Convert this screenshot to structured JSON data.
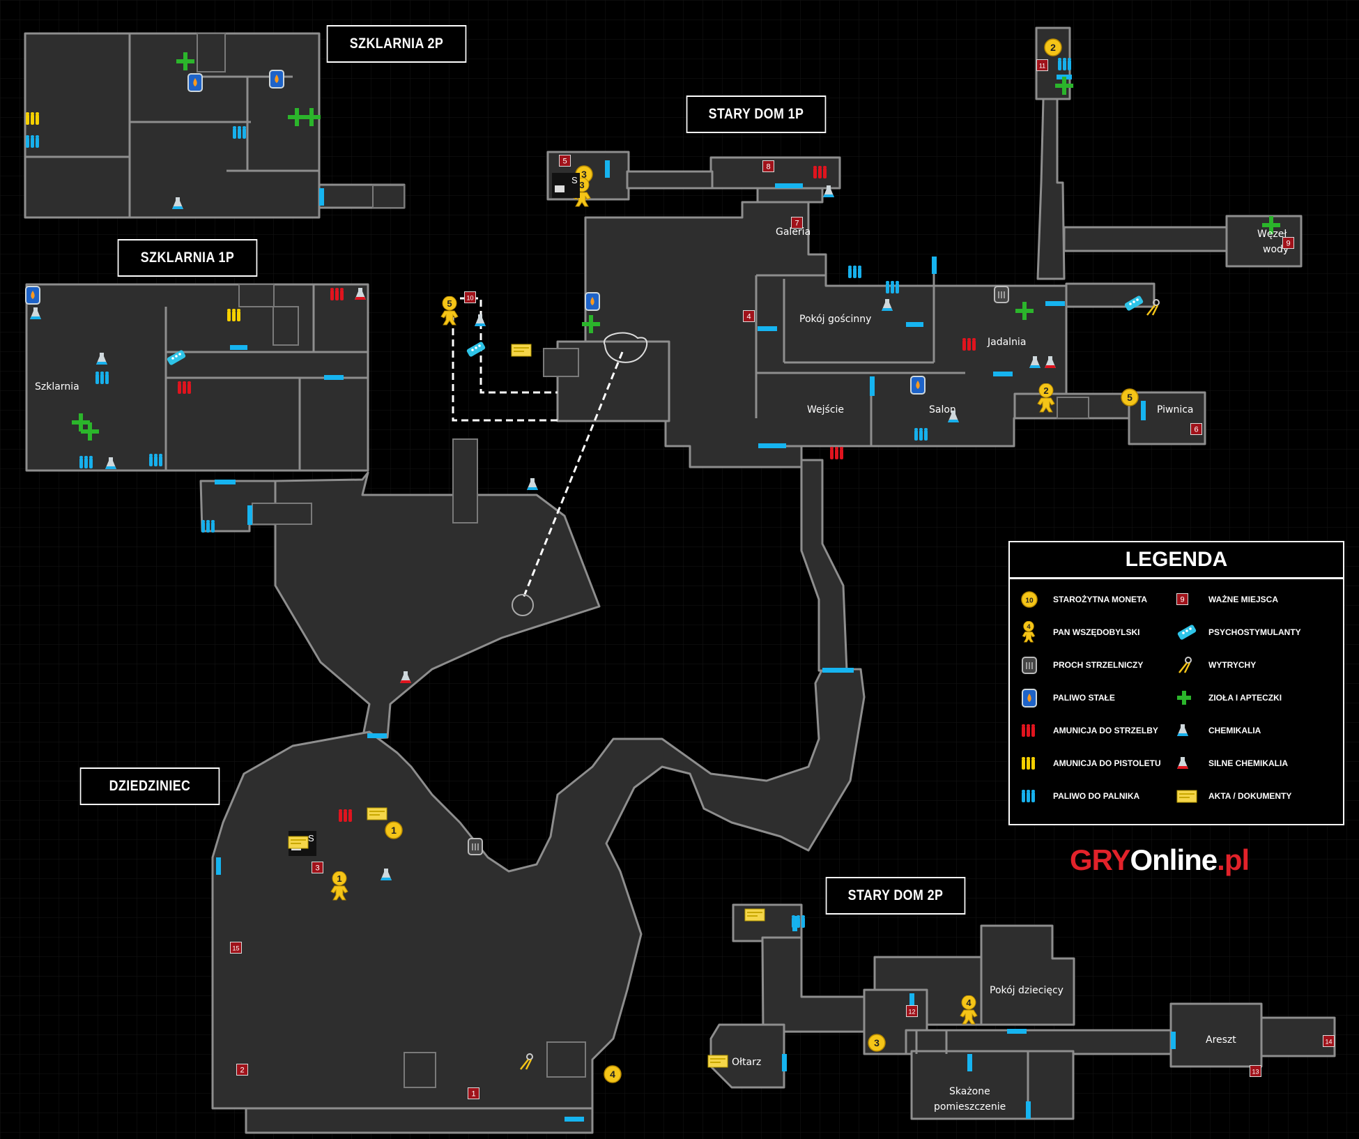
{
  "titles": {
    "szklarnia_2p": "SZKLARNIA 2P",
    "stary_dom_1p": "STARY DOM 1P",
    "szklarnia_1p": "SZKLARNIA 1P",
    "dziedziniec": "DZIEDZINIEC",
    "stary_dom_2p": "STARY DOM 2P"
  },
  "rooms": {
    "galeria": "Galeria",
    "pokoj_goscinny": "Pokój gościnny",
    "jadalnia": "Jadalnia",
    "wejscie": "Wejście",
    "salon": "Salon",
    "piwnica": "Piwnica",
    "wezel_wody_1": "Węzeł",
    "wezel_wody_2": "wody",
    "szklarnia": "Szklarnia",
    "pokoj_dzieciecy": "Pokój dziecięcy",
    "areszt": "Areszt",
    "oltarz": "Ołtarz",
    "skazone_1": "Skażone",
    "skazone_2": "pomieszczenie"
  },
  "legend": {
    "title": "LEGENDA",
    "sample_coin": "10",
    "sample_place": "9",
    "sample_man": "4",
    "items": [
      {
        "label": "STAROŻYTNA MONETA",
        "icon": "coin-icon"
      },
      {
        "label": "WAŻNE MIEJSCA",
        "icon": "important-place-icon"
      },
      {
        "label": "PAN WSZĘDOBYLSKI",
        "icon": "man-icon"
      },
      {
        "label": "PSYCHOSTYMULANTY",
        "icon": "psychostimulant-icon"
      },
      {
        "label": "PROCH STRZELNICZY",
        "icon": "gunpowder-icon"
      },
      {
        "label": "WYTRYCHY",
        "icon": "lockpick-icon"
      },
      {
        "label": "PALIWO STAŁE",
        "icon": "solid-fuel-icon"
      },
      {
        "label": "ZIOŁA I APTECZKI",
        "icon": "herb-icon"
      },
      {
        "label": "AMUNICJA DO STRZELBY",
        "icon": "shotgun-ammo-icon"
      },
      {
        "label": "CHEMIKALIA",
        "icon": "chemicals-icon"
      },
      {
        "label": "AMUNICJA DO PISTOLETU",
        "icon": "pistol-ammo-icon"
      },
      {
        "label": "SILNE CHEMIKALIA",
        "icon": "strong-chemicals-icon"
      },
      {
        "label": "PALIWO DO PALNIKA",
        "icon": "burner-fuel-icon"
      },
      {
        "label": "AKTA / DOKUMENTY",
        "icon": "document-icon"
      }
    ]
  },
  "markers": {
    "coins": [
      "2",
      "3",
      "5",
      "1",
      "4",
      "3"
    ],
    "men": [
      "3",
      "5",
      "2",
      "1",
      "4"
    ],
    "places": [
      "11",
      "5",
      "8",
      "7",
      "10",
      "4",
      "9",
      "6",
      "3",
      "15",
      "2",
      "1",
      "12",
      "13",
      "14"
    ],
    "save_letter": "S"
  },
  "brand": {
    "part1": "GRY",
    "part2": "Online",
    "part3": ".pl"
  },
  "colors": {
    "floor": "#2e2e2e",
    "wall": "#8a8a8a",
    "door": "#16b4f0",
    "coin": "#f5c518",
    "place": "#a0121a",
    "herb": "#2bb52b",
    "ammo_shotgun": "#e0141e",
    "ammo_pistol": "#f5d000",
    "fuel_burner": "#17b0ec"
  }
}
